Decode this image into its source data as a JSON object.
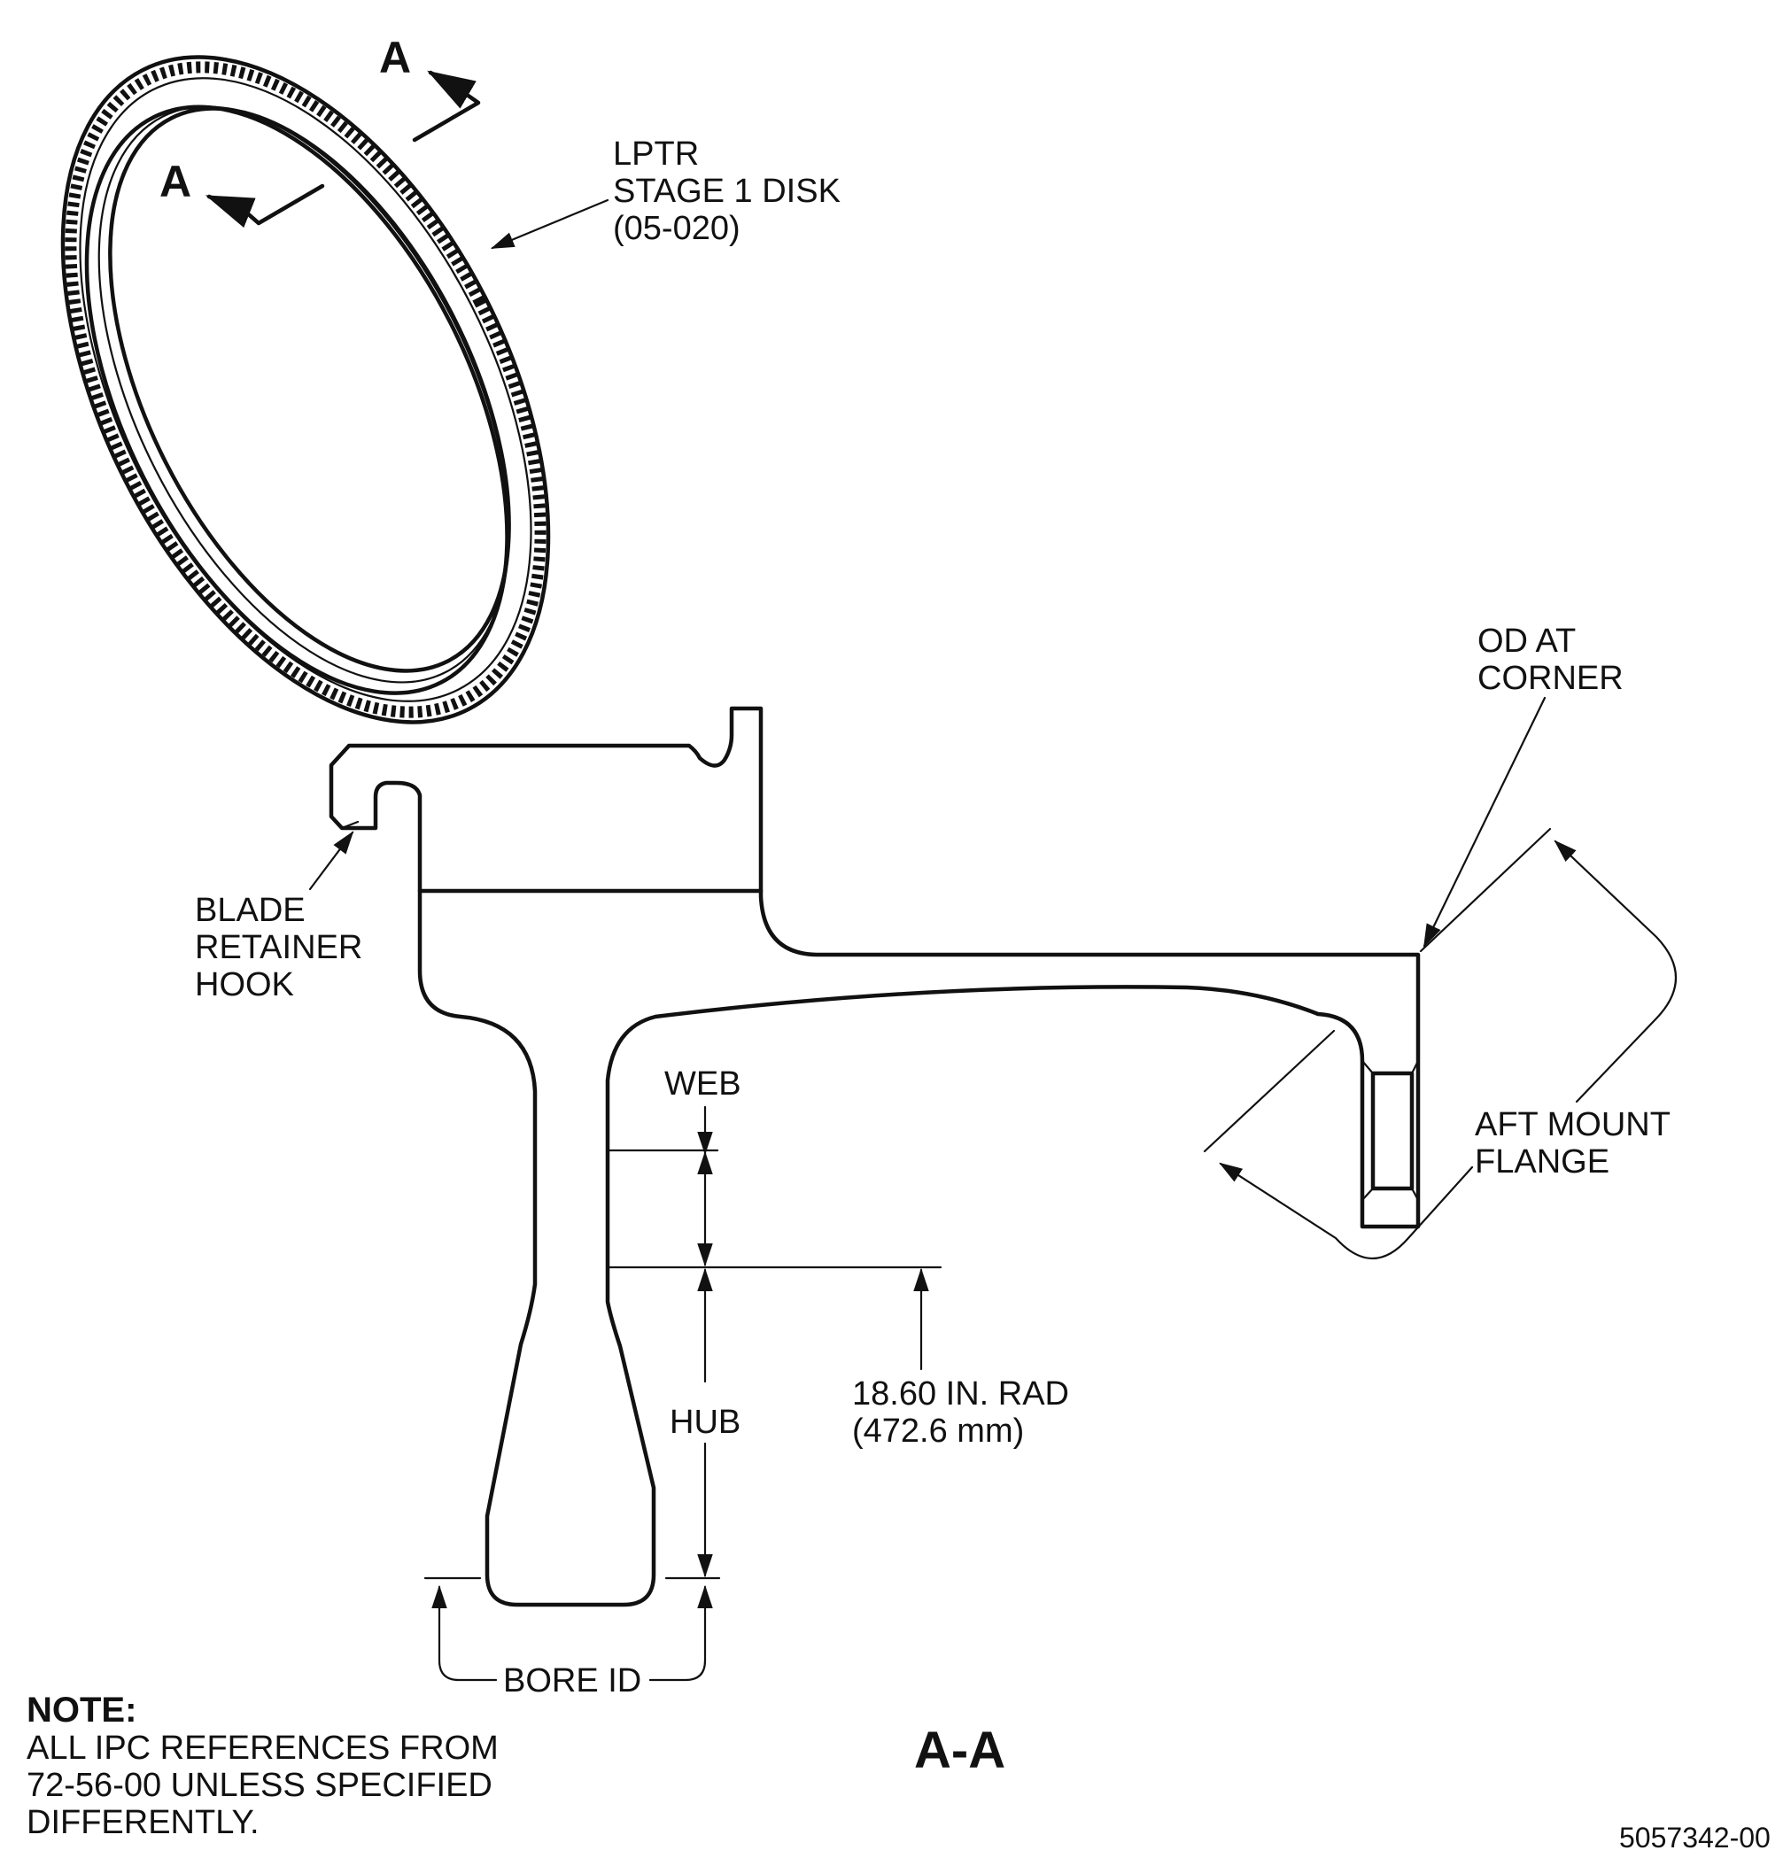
{
  "labels": {
    "part_name_1": "LPTR",
    "part_name_2": "STAGE 1 DISK",
    "part_ref": "(05-020)",
    "section_mark": "A",
    "od_1": "OD AT",
    "od_2": "CORNER",
    "blade_1": "BLADE",
    "blade_2": "RETAINER",
    "blade_3": "HOOK",
    "web": "WEB",
    "hub": "HUB",
    "flange_1": "AFT MOUNT",
    "flange_2": "FLANGE",
    "radius_1": "18.60 IN. RAD",
    "radius_2": "(472.6 mm)",
    "bore": "BORE ID",
    "section_title": "A-A"
  },
  "note": {
    "title": "NOTE:",
    "line1": "ALL IPC REFERENCES FROM",
    "line2": "72-56-00 UNLESS SPECIFIED",
    "line3": "DIFFERENTLY."
  },
  "figure_id": "5057342-00",
  "icons": {
    "arrowhead": "solid-triangle-arrowhead"
  },
  "colors": {
    "ink": "#111111",
    "paper": "#ffffff"
  }
}
